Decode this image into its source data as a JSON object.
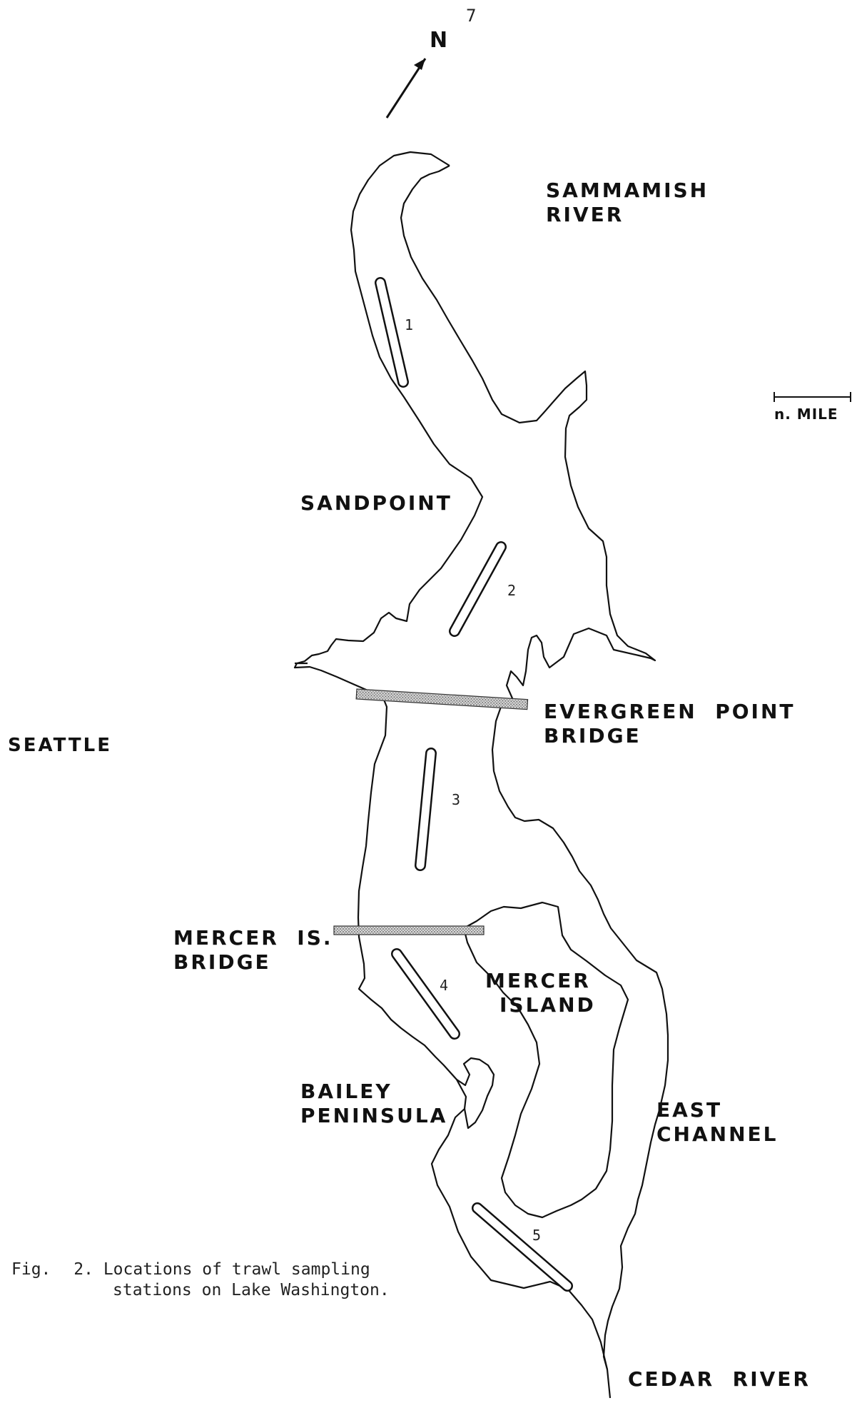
{
  "page_number": "7",
  "north": "N",
  "scale": {
    "label": "n. MILE"
  },
  "labels": {
    "sammamish": [
      "SAMMAMISH",
      "RIVER"
    ],
    "sandpoint": "SANDPOINT",
    "evergreen": [
      "EVERGREEN  POINT",
      "BRIDGE"
    ],
    "seattle": "SEATTLE",
    "mercer_bridge": [
      "MERCER  IS.",
      "BRIDGE"
    ],
    "mercer_island": [
      "MERCER",
      "ISLAND"
    ],
    "bailey": [
      "BAILEY",
      "PENINSULA"
    ],
    "east_channel": [
      "EAST",
      "CHANNEL"
    ],
    "cedar": "CEDAR  RIVER"
  },
  "stations": [
    "1",
    "2",
    "3",
    "4",
    "5"
  ],
  "caption": {
    "prefix": "Fig.",
    "number": "2.",
    "line1": "Locations of trawl sampling",
    "line2": "stations on Lake Washington."
  },
  "colors": {
    "ink": "#111111",
    "bridge_fill": "#bbbbbb"
  }
}
